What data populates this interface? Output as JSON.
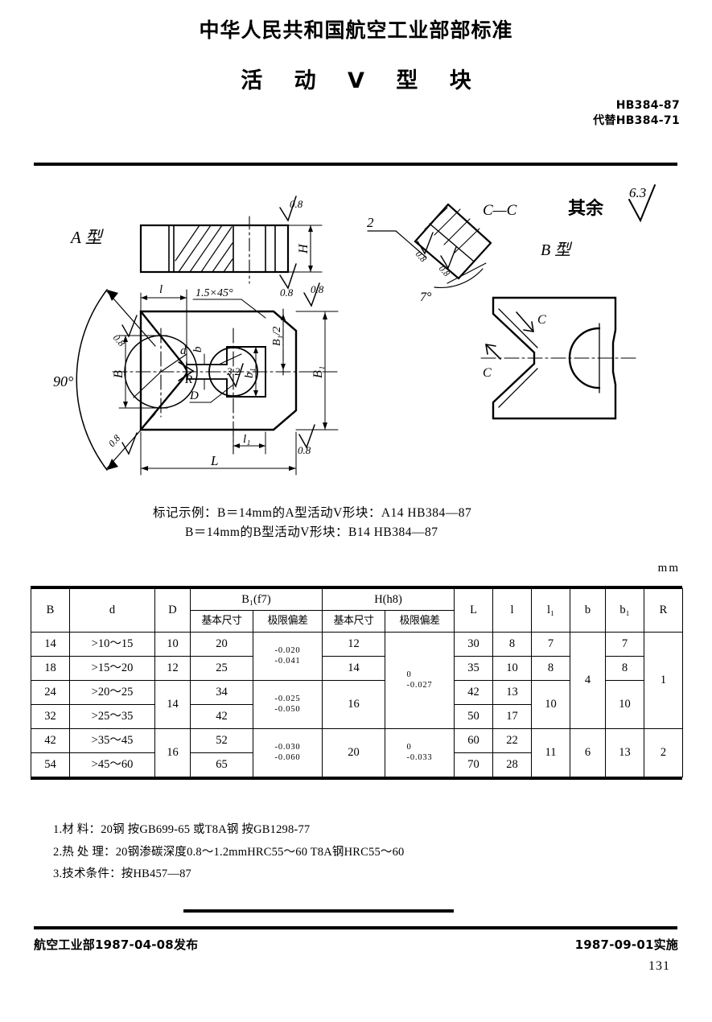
{
  "header": {
    "ministry_line": "中华人民共和国航空工业部部标准",
    "title": "活 动 V 型 块",
    "std_number": "HB384-87",
    "replaces": "代替HB384-71"
  },
  "drawing": {
    "type_a_label": "A 型",
    "type_b_label": "B 型",
    "section_label": "C—C",
    "remainder_label": "其余",
    "remainder_roughness": "6.3",
    "angle_90": "90°",
    "angle_7": "7°",
    "chamfer": "1.5×45°",
    "roughness_08": "0.8",
    "roughness_32": "3.2",
    "callout_2": "2",
    "section_arrow_label": "C",
    "dims": {
      "H": "H",
      "B": "B",
      "B1": "B₁",
      "B1_half": "B₁/2",
      "L": "L",
      "l": "l",
      "l1": "l₁",
      "b": "b",
      "b1": "b₁",
      "d": "d",
      "D": "D",
      "R": "R"
    }
  },
  "marking_example": {
    "line1": "标记示例：B＝14mm的A型活动V形块：A14  HB384—87",
    "line2": "B＝14mm的B型活动V形块：B14  HB384—87"
  },
  "unit": "mm",
  "table": {
    "headers": {
      "B": "B",
      "d": "d",
      "D": "D",
      "B1_group": "B₁(f7)",
      "H_group": "H(h8)",
      "basic_size": "基本尺寸",
      "deviation": "极限偏差",
      "L": "L",
      "l": "l",
      "l1": "l₁",
      "b": "b",
      "b1": "b₁",
      "R": "R"
    },
    "rows": [
      {
        "B": "14",
        "d": ">10～15",
        "D": "10",
        "B1": "20",
        "H": "12",
        "L": "30",
        "l": "8",
        "l1": "7",
        "b1": "7"
      },
      {
        "B": "18",
        "d": ">15～20",
        "D": "12",
        "B1": "25",
        "H": "14",
        "L": "35",
        "l": "10",
        "l1": "8",
        "b1": "8"
      },
      {
        "B": "24",
        "d": ">20～25",
        "D": "14",
        "B1": "34",
        "H": "16",
        "L": "42",
        "l": "13",
        "l1": "10",
        "b1": "10"
      },
      {
        "B": "32",
        "d": ">25～35",
        "D": "14",
        "B1": "42",
        "H": "16",
        "L": "50",
        "l": "17",
        "l1": "10",
        "b1": "10"
      },
      {
        "B": "42",
        "d": ">35～45",
        "D": "16",
        "B1": "52",
        "H": "20",
        "L": "60",
        "l": "22",
        "l1": "11",
        "b1": "13"
      },
      {
        "B": "54",
        "d": ">45～60",
        "D": "16",
        "B1": "65",
        "H": "20",
        "L": "70",
        "l": "28",
        "l1": "11",
        "b1": "13"
      }
    ],
    "B1_deviations": [
      {
        "upper": "-0.020",
        "lower": "-0.041"
      },
      {
        "upper": "-0.025",
        "lower": "-0.050"
      },
      {
        "upper": "-0.030",
        "lower": "-0.060"
      }
    ],
    "H_deviations": [
      {
        "upper": "0",
        "lower": "-0.027"
      },
      {
        "upper": "0",
        "lower": "-0.033"
      }
    ],
    "b_values": [
      "4",
      "6"
    ],
    "R_values": [
      "1",
      "2"
    ]
  },
  "notes": [
    {
      "index": "1.",
      "label": "材    料：",
      "text": "20钢  按GB699-65   或T8A钢   按GB1298-77"
    },
    {
      "index": "2.",
      "label": "热 处 理：",
      "text": "20钢渗碳深度0.8～1.2mmHRC55～60   T8A钢HRC55～60"
    },
    {
      "index": "3.",
      "label": "技术条件：",
      "text": "按HB457—87"
    }
  ],
  "footer": {
    "issued": "航空工业部1987-04-08发布",
    "effective": "1987-09-01实施",
    "page": "131"
  }
}
